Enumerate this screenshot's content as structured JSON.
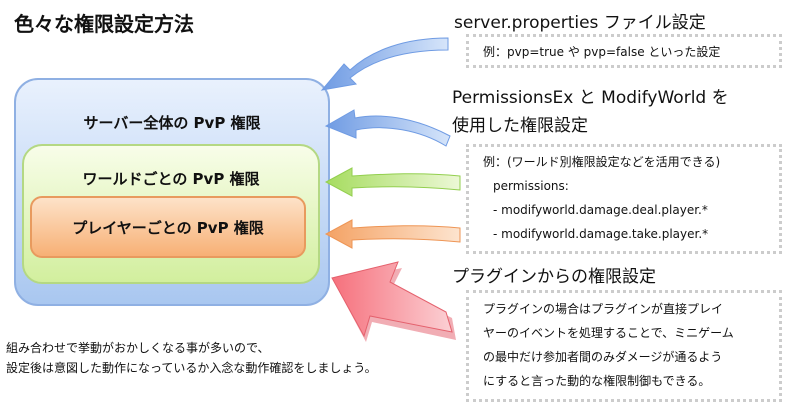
{
  "title": "色々な権限設定方法",
  "boxes": {
    "server": "サーバー全体の PvP 権限",
    "world": "ワールドごとの PvP 権限",
    "player": "プレイヤーごとの PvP 権限"
  },
  "section1": {
    "heading": "server.properties ファイル設定",
    "note": "例：pvp=true や pvp=false といった設定"
  },
  "section2": {
    "heading_line1": "PermissionsEx と ModifyWorld を",
    "heading_line2": "使用した権限設定",
    "note_line1": "例：(ワールド別権限設定などを活用できる)",
    "note_line2": "permissions:",
    "note_line3": "- modifyworld.damage.deal.player.*",
    "note_line4": "- modifyworld.damage.take.player.*"
  },
  "section3": {
    "heading": "プラグインからの権限設定",
    "note_line1": "プラグインの場合はプラグインが直接プレイ",
    "note_line2": "ヤーのイベントを処理することで、ミニゲーム",
    "note_line3": "の最中だけ参加者間のみダメージが通るよう",
    "note_line4": "にすると言った動的な権限制御もできる。"
  },
  "bottom_note": {
    "line1": "組み合わせで挙動がおかしくなる事が多いので、",
    "line2": "設定後は意図した動作になっているか入念な動作確認をしましょう。"
  },
  "colors": {
    "arrow_blue": "#7ea6e6",
    "arrow_green": "#b6e27a",
    "arrow_orange": "#f6b27c",
    "arrow_red": "#f78b93"
  }
}
